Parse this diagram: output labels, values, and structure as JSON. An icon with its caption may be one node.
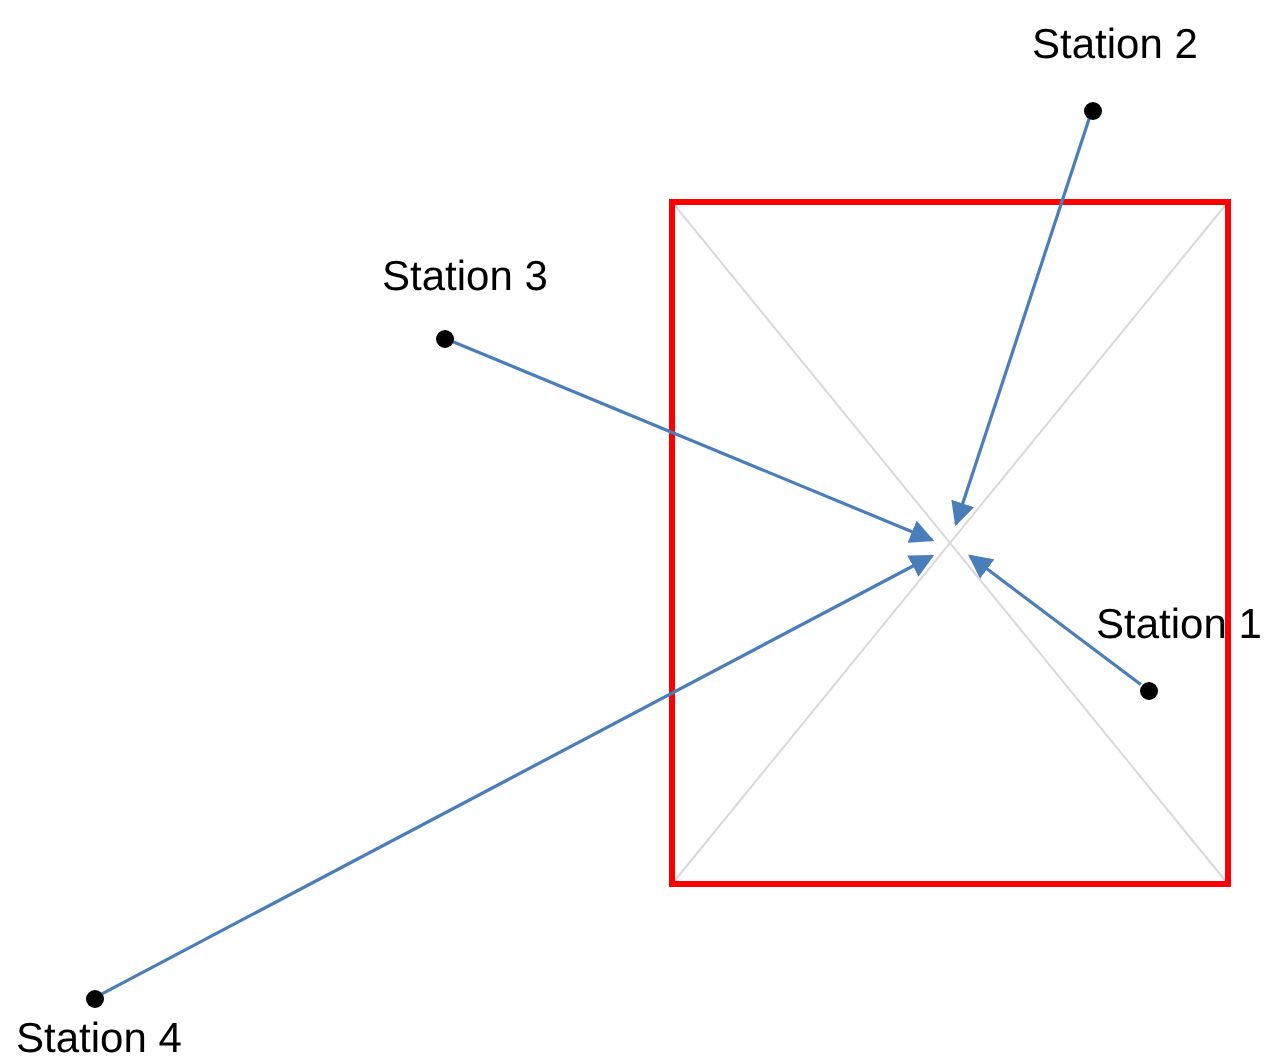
{
  "diagram": {
    "nodes": [
      {
        "text": [],
        "shape": "circle",
        "beside": [
          "Station 2"
        ]
      },
      {
        "text": [],
        "shape": "circle",
        "beside": [
          "Station 3"
        ]
      },
      {
        "text": [],
        "shape": "circle",
        "beside": [
          "Station 1"
        ]
      },
      {
        "text": [],
        "shape": "circle",
        "beside": [
          "Station 4"
        ]
      }
    ],
    "edges": [
      {
        "from": 0,
        "to": null,
        "arrow": "to"
      },
      {
        "from": 1,
        "to": null,
        "arrow": "to"
      },
      {
        "from": 2,
        "to": null,
        "arrow": "to"
      },
      {
        "from": 3,
        "to": null,
        "arrow": "to"
      }
    ]
  }
}
